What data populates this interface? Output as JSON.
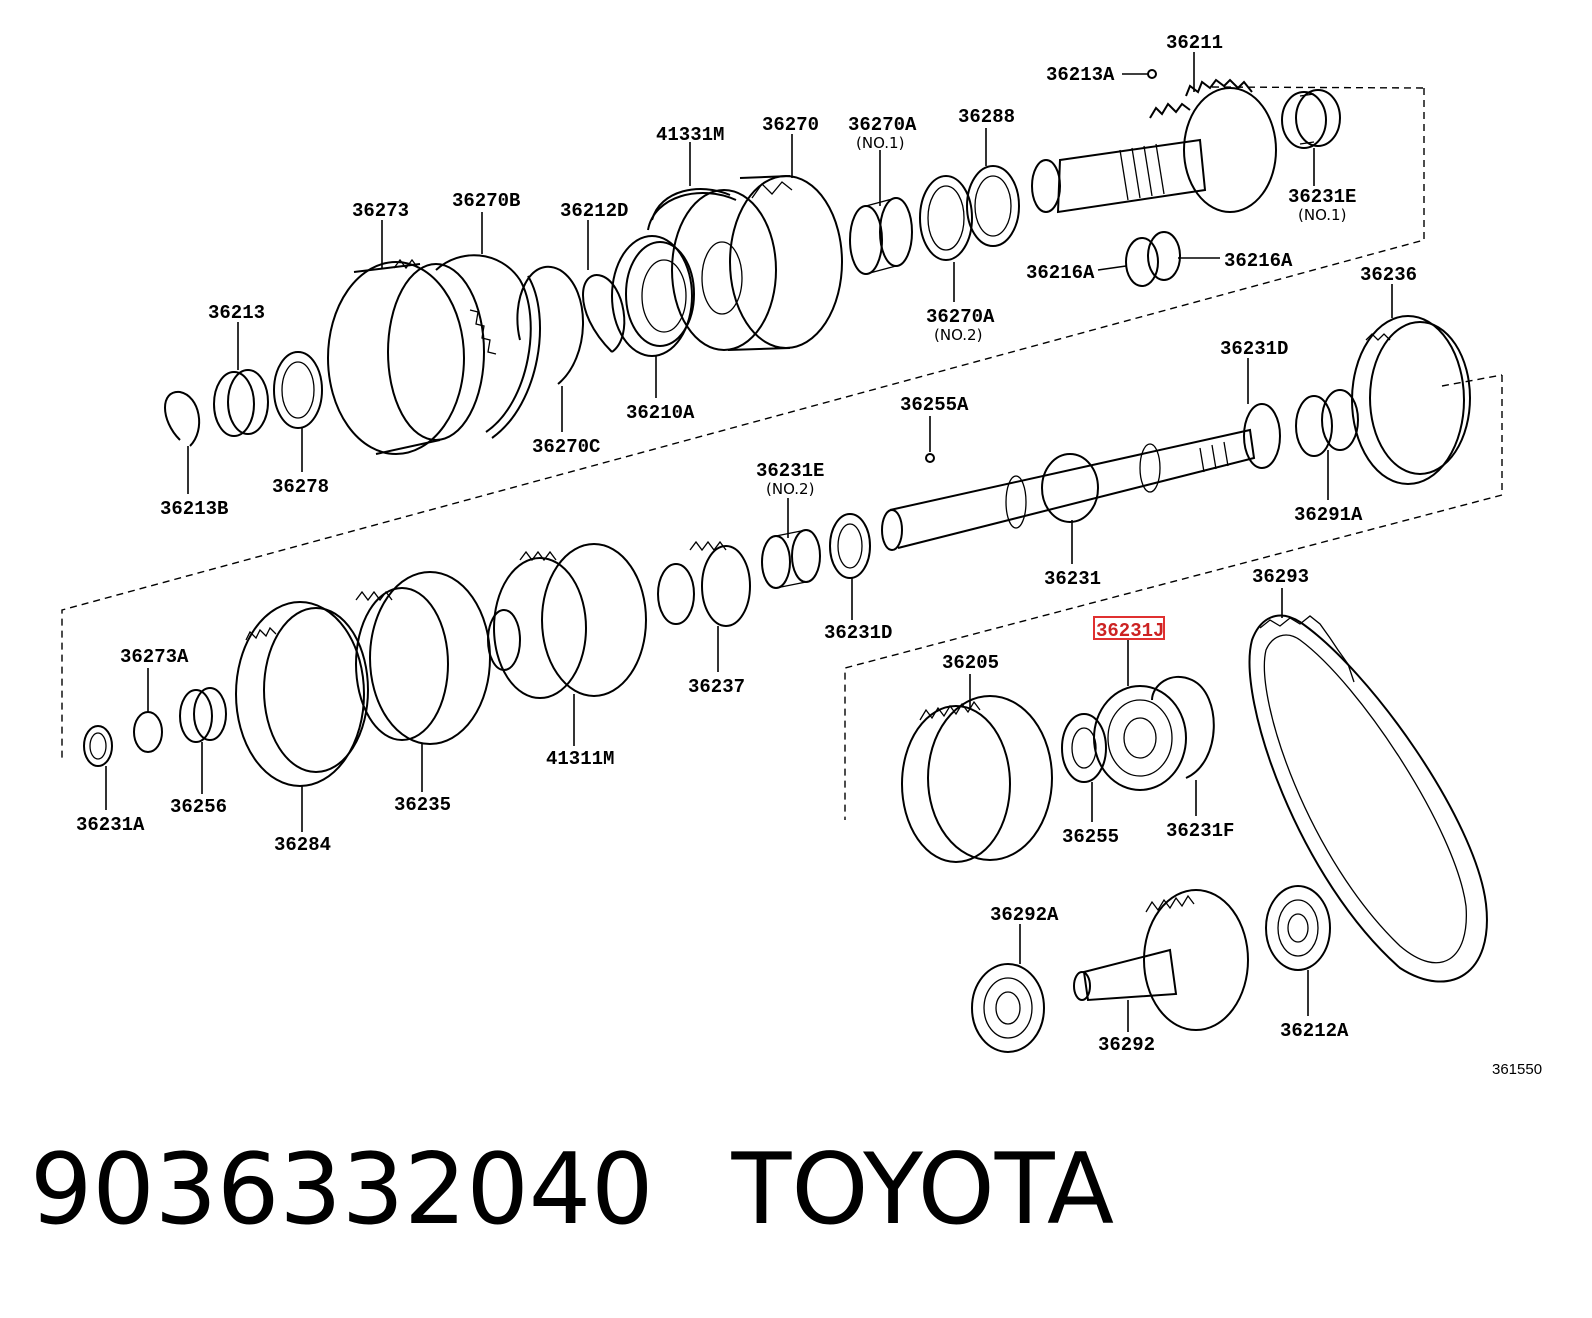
{
  "diagram": {
    "labels": [
      {
        "id": "36211",
        "text": "36211"
      },
      {
        "id": "36213A",
        "text": "36213A"
      },
      {
        "id": "41331M",
        "text": "41331M"
      },
      {
        "id": "36270",
        "text": "36270"
      },
      {
        "id": "36270A-top",
        "text": "36270A",
        "sub": "(NO.1)"
      },
      {
        "id": "36288",
        "text": "36288"
      },
      {
        "id": "36231E-top",
        "text": "36231E",
        "sub": "(NO.1)"
      },
      {
        "id": "36273",
        "text": "36273"
      },
      {
        "id": "36270B",
        "text": "36270B"
      },
      {
        "id": "36212D",
        "text": "36212D"
      },
      {
        "id": "36216A-left",
        "text": "36216A"
      },
      {
        "id": "36216A-right",
        "text": "36216A"
      },
      {
        "id": "36236",
        "text": "36236"
      },
      {
        "id": "36213",
        "text": "36213"
      },
      {
        "id": "36270A-mid",
        "text": "36270A",
        "sub": "(NO.2)"
      },
      {
        "id": "36231D-top",
        "text": "36231D"
      },
      {
        "id": "36210A",
        "text": "36210A"
      },
      {
        "id": "36255A",
        "text": "36255A"
      },
      {
        "id": "36270C",
        "text": "36270C"
      },
      {
        "id": "36278",
        "text": "36278"
      },
      {
        "id": "36231E-mid",
        "text": "36231E",
        "sub": "(NO.2)"
      },
      {
        "id": "36291A",
        "text": "36291A"
      },
      {
        "id": "36213B",
        "text": "36213B"
      },
      {
        "id": "36231",
        "text": "36231"
      },
      {
        "id": "36293",
        "text": "36293"
      },
      {
        "id": "36231J",
        "text": "36231J",
        "highlight": true
      },
      {
        "id": "36231D-mid",
        "text": "36231D"
      },
      {
        "id": "36273A",
        "text": "36273A"
      },
      {
        "id": "36205",
        "text": "36205"
      },
      {
        "id": "36237",
        "text": "36237"
      },
      {
        "id": "41311M",
        "text": "41311M"
      },
      {
        "id": "36255",
        "text": "36255"
      },
      {
        "id": "36231F",
        "text": "36231F"
      },
      {
        "id": "36256",
        "text": "36256"
      },
      {
        "id": "36235",
        "text": "36235"
      },
      {
        "id": "36231A",
        "text": "36231A"
      },
      {
        "id": "36284",
        "text": "36284"
      },
      {
        "id": "36292A",
        "text": "36292A"
      },
      {
        "id": "36292",
        "text": "36292"
      },
      {
        "id": "36212A",
        "text": "36212A"
      }
    ],
    "reference_code": "361550",
    "highlight_color": "#e03030"
  },
  "caption": {
    "part_number": "9036332040",
    "brand": "TOYOTA"
  }
}
